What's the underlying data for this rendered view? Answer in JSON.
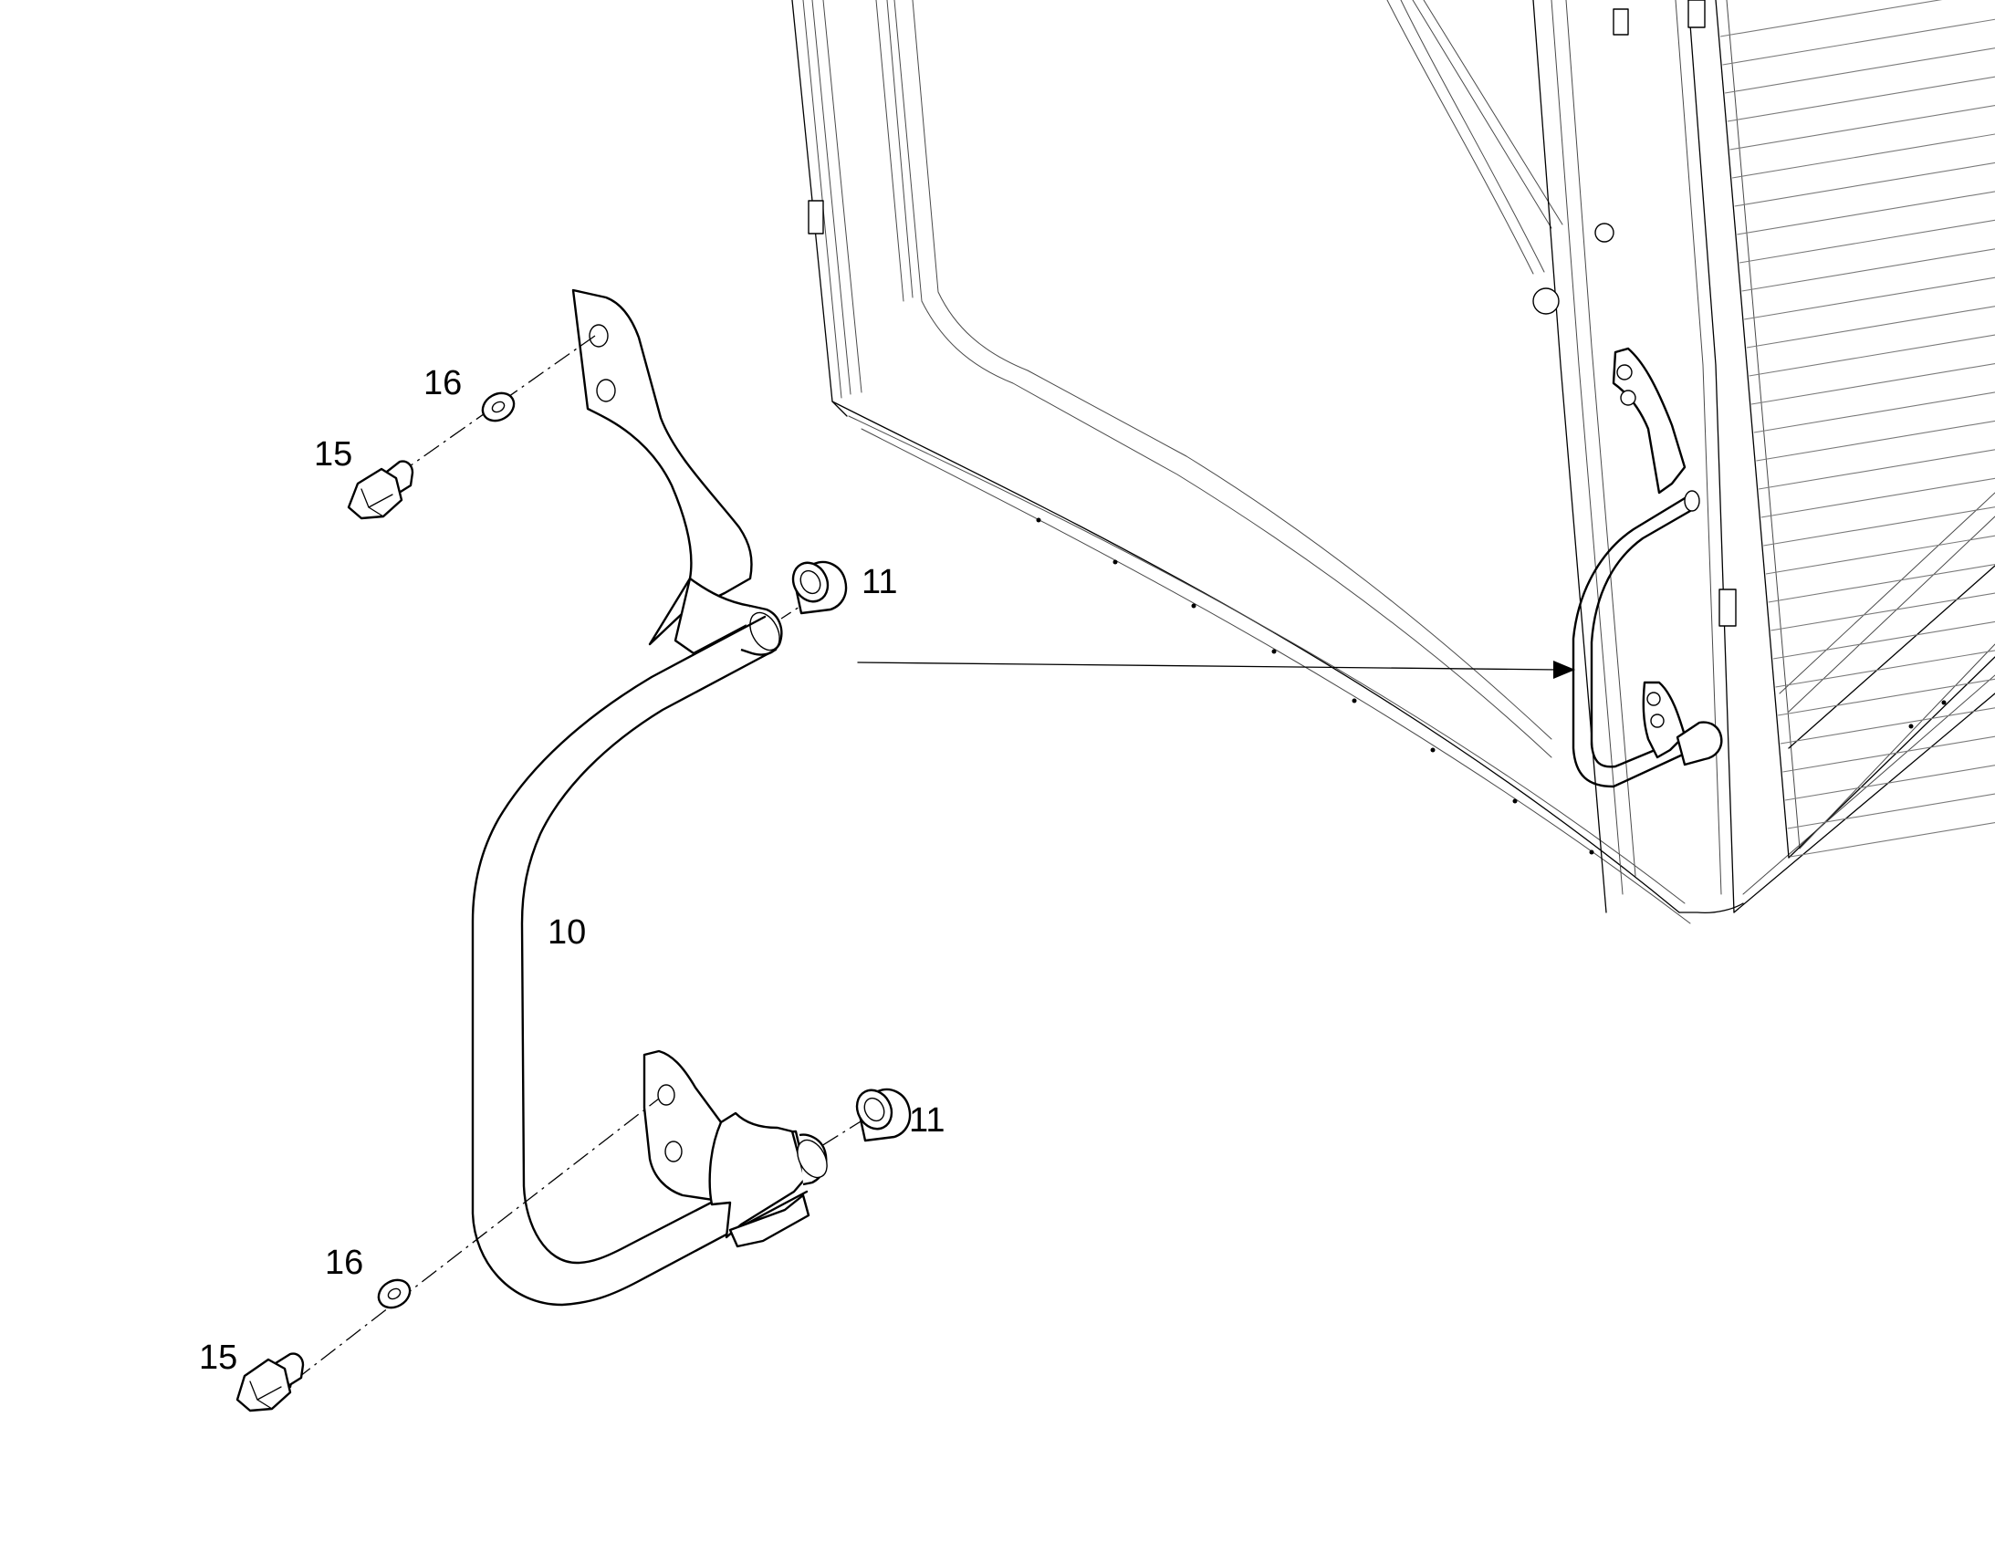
{
  "callouts": {
    "c16_top": "16",
    "c15_top": "15",
    "c11_top": "11",
    "c10": "10",
    "c11_bottom": "11",
    "c16_bottom": "16",
    "c15_bottom": "15"
  },
  "colors": {
    "line": "#000000",
    "background": "#ffffff",
    "cab_line": "#4a4a4a"
  }
}
